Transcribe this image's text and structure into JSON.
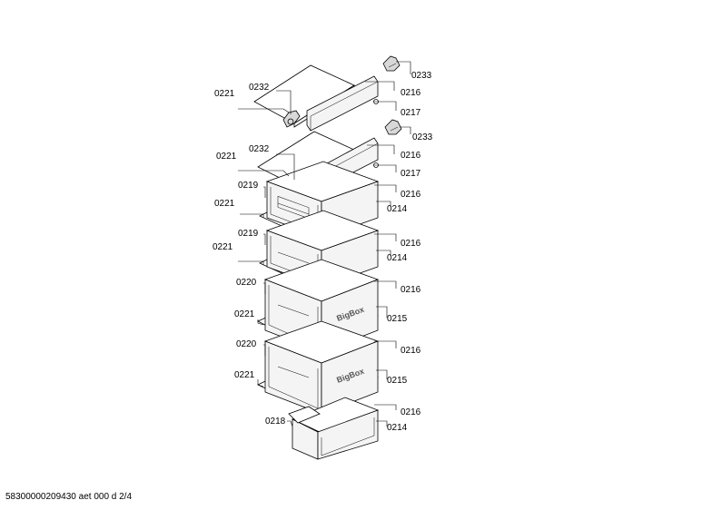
{
  "labels": {
    "l_0233_a": "0233",
    "l_0216_a": "0216",
    "l_0217_a": "0217",
    "l_0232_a": "0232",
    "l_0221_a": "0221",
    "l_0233_b": "0233",
    "l_0216_b": "0216",
    "l_0232_b": "0232",
    "l_0221_b": "0221",
    "l_0217_b": "0217",
    "l_0219_a": "0219",
    "l_0216_c": "0216",
    "l_0221_c": "0221",
    "l_0214_a": "0214",
    "l_0219_b": "0219",
    "l_0216_d": "0216",
    "l_0221_d": "0221",
    "l_0214_b": "0214",
    "l_0220_a": "0220",
    "l_0216_e": "0216",
    "l_0221_e": "0221",
    "l_0215_a": "0215",
    "l_0220_b": "0220",
    "l_0216_f": "0216",
    "l_0221_f": "0221",
    "l_0215_b": "0215",
    "l_0216_g": "0216",
    "l_0218": "0218",
    "l_0214_c": "0214"
  },
  "brand": {
    "bigbox_1": "BigBox",
    "bigbox_2": "BigBox"
  },
  "footer": {
    "doc_id": "58300000209430 aet 000 d 2/4"
  }
}
